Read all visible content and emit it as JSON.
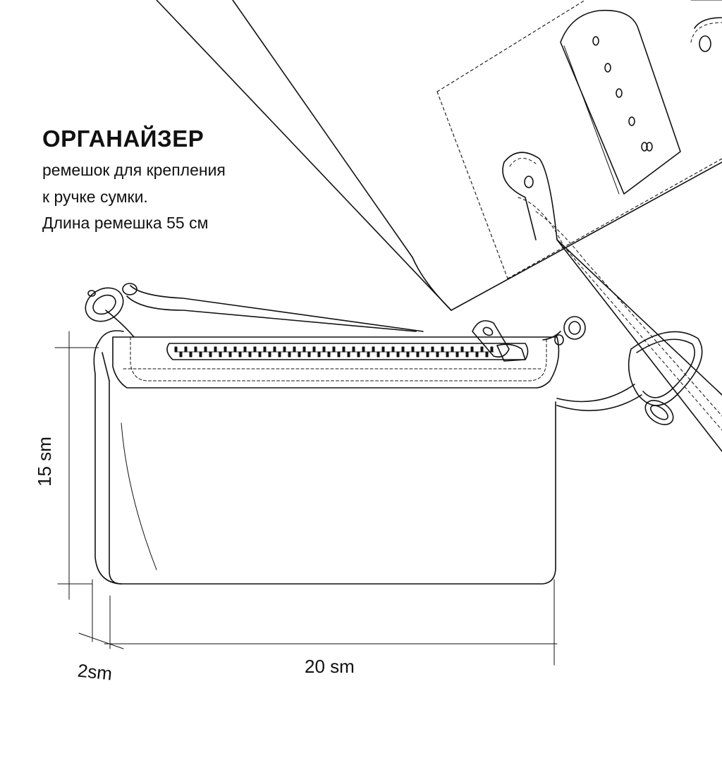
{
  "title": "ОРГАНАЙЗЕР",
  "description": [
    "ремешок для крепления",
    "к ручке сумки.",
    "Длина ремешка  55 см"
  ],
  "dimensions": {
    "height_label": "15 sm",
    "width_label": "20 sm",
    "depth_label": "2sm"
  },
  "colors": {
    "line": "#111111",
    "background": "#ffffff"
  }
}
